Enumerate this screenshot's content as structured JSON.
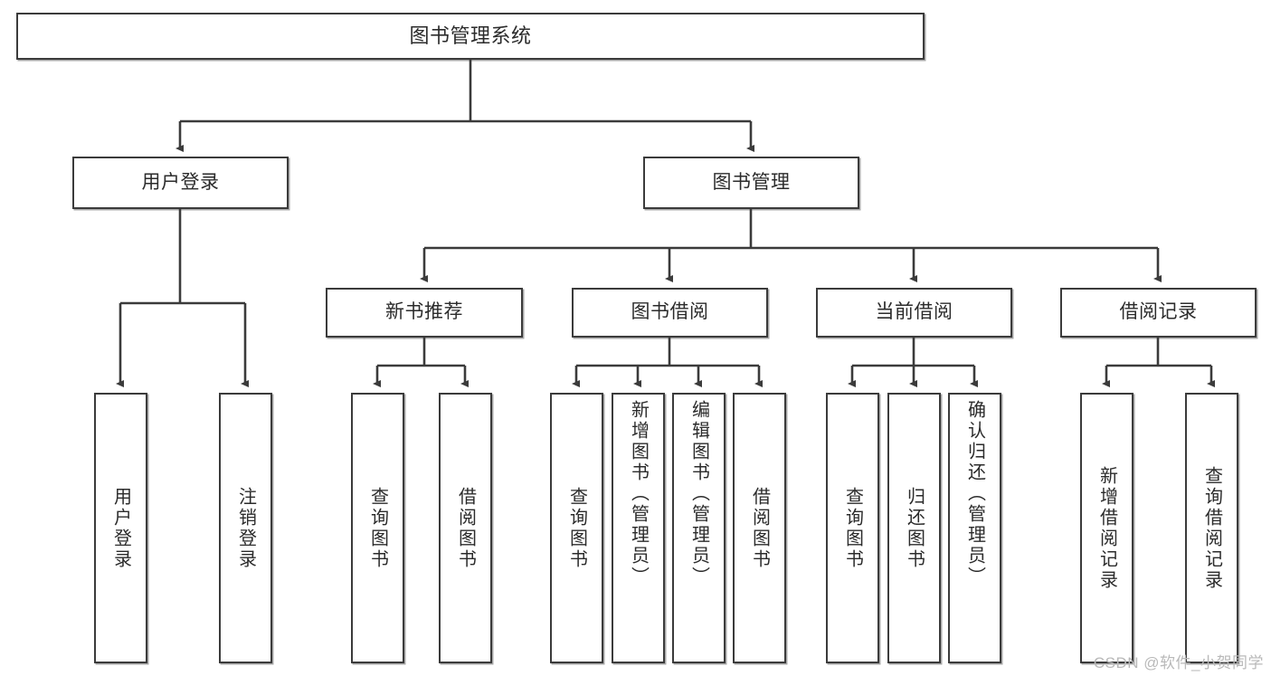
{
  "diagram": {
    "type": "tree",
    "title": "图书管理系统",
    "watermark": "CSDN @软件_小贺同学",
    "colors": {
      "stroke": "#3b3b3b",
      "fill": "#ffffff",
      "text": "#2b2b2b",
      "watermark": "#b9b9b9",
      "background": "#ffffff"
    },
    "nodes": {
      "root": "图书管理系统",
      "level2": [
        {
          "id": "user-login",
          "label": "用户登录"
        },
        {
          "id": "book-manage",
          "label": "图书管理"
        }
      ],
      "level3": [
        {
          "id": "new-book-recommend",
          "label": "新书推荐"
        },
        {
          "id": "book-borrow",
          "label": "图书借阅"
        },
        {
          "id": "current-borrow",
          "label": "当前借阅"
        },
        {
          "id": "borrow-record",
          "label": "借阅记录"
        }
      ],
      "leaves": {
        "user-login": [
          {
            "id": "leaf-user-login",
            "label": "用户登录"
          },
          {
            "id": "leaf-logout-login",
            "label": "注销登录"
          }
        ],
        "new-book-recommend": [
          {
            "id": "leaf-query-book-1",
            "label": "查询图书"
          },
          {
            "id": "leaf-borrow-book-1",
            "label": "借阅图书"
          }
        ],
        "book-borrow": [
          {
            "id": "leaf-query-book-2",
            "label": "查询图书"
          },
          {
            "id": "leaf-add-book",
            "label": "新增图书（管理员）"
          },
          {
            "id": "leaf-edit-book",
            "label": "编辑图书（管理员）"
          },
          {
            "id": "leaf-borrow-book-2",
            "label": "借阅图书"
          }
        ],
        "current-borrow": [
          {
            "id": "leaf-query-book-3",
            "label": "查询图书"
          },
          {
            "id": "leaf-return-book",
            "label": "归还图书"
          },
          {
            "id": "leaf-confirm-return",
            "label": "确认归还（管理员）"
          }
        ],
        "borrow-record": [
          {
            "id": "leaf-add-record",
            "label": "新增借阅记录"
          },
          {
            "id": "leaf-query-record",
            "label": "查询借阅记录"
          }
        ]
      }
    }
  }
}
